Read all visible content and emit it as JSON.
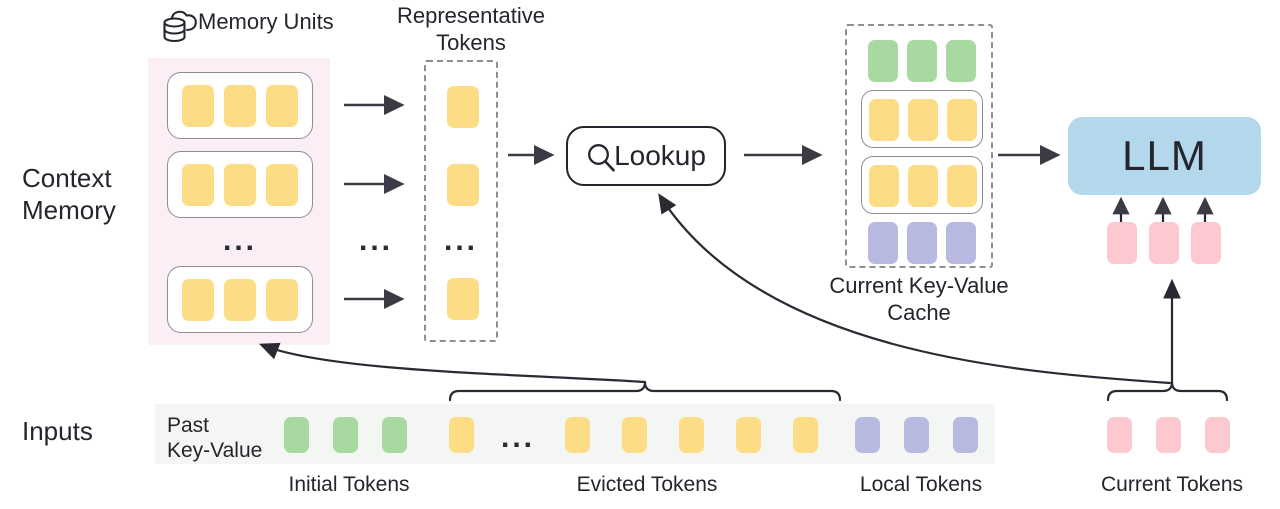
{
  "figure": {
    "title": "Context memory lookup architecture for LLM key-value cache",
    "type": "diagram"
  },
  "row_labels": {
    "context_memory": "Context\nMemory",
    "inputs": "Inputs"
  },
  "headers": {
    "memory_units": "Memory Units",
    "representative_tokens": "Representative\nTokens"
  },
  "lookup": {
    "label": "Lookup",
    "icon": "search-icon"
  },
  "kv_cache": {
    "caption": "Current Key-Value\nCache",
    "rows": [
      {
        "kind": "plain",
        "color": "#a8d9a0",
        "count": 3,
        "name": "initial-tokens-row"
      },
      {
        "kind": "boxed",
        "color": "#fcdd86",
        "count": 3,
        "name": "retrieved-memory-unit-row-1"
      },
      {
        "kind": "boxed",
        "color": "#fcdd86",
        "count": 3,
        "name": "retrieved-memory-unit-row-2"
      },
      {
        "kind": "plain",
        "color": "#b7b9e0",
        "count": 3,
        "name": "local-tokens-row"
      }
    ]
  },
  "llm": {
    "label": "LLM"
  },
  "context_memory": {
    "units": 3,
    "tokens_per_unit": 3,
    "ellipsis": "...",
    "band_color": "#fbeef5"
  },
  "representative": {
    "tokens": 3,
    "ellipsis": "..."
  },
  "arrow_column_ellipsis": "...",
  "inputs": {
    "past_key_value_label": "Past\nKey-Value",
    "band_color": "#f4f6f4",
    "ellipsis": "...",
    "groups": [
      {
        "name": "initial-tokens",
        "caption": "Initial Tokens",
        "color": "#a8d9a0",
        "count": 3
      },
      {
        "name": "evicted-tokens",
        "caption": "Evicted Tokens",
        "color": "#fcdd86",
        "count": 6
      },
      {
        "name": "local-tokens",
        "caption": "Local Tokens",
        "color": "#b7b9e0",
        "count": 3
      },
      {
        "name": "current-tokens",
        "caption": "Current Tokens",
        "color": "#fbc9cf",
        "count": 3
      }
    ]
  },
  "colors": {
    "yellow": "#fcdd86",
    "green": "#a8d9a0",
    "purple": "#b7b9e0",
    "pink": "#fbc9cf",
    "llm_blue": "#b3d8ec",
    "context_band": "#fbeef5",
    "inputs_band": "#f4f6f4",
    "stroke": "#2a2a33"
  }
}
